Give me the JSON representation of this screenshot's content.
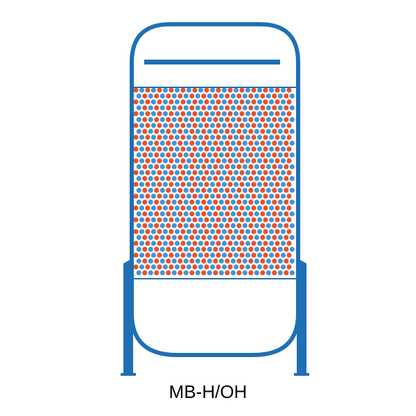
{
  "diagram": {
    "label": "MB-H/OH",
    "colors": {
      "vessel": "#1f6fb4",
      "cation_resin": "#e8502a",
      "anion_resin": "#3f95d8",
      "background": "#ffffff",
      "label_text": "#000000"
    },
    "resin_bed": {
      "type": "mixed-bed",
      "components": [
        "cation-resin",
        "anion-resin"
      ],
      "pattern": "alternating"
    }
  }
}
